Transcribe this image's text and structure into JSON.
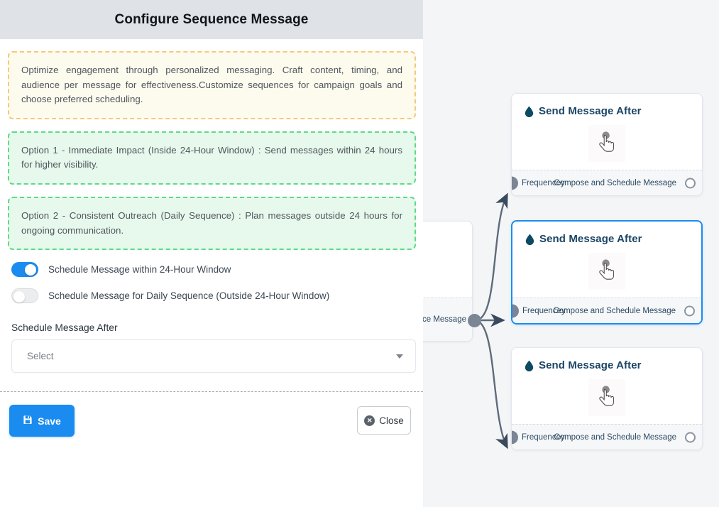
{
  "panel": {
    "title": "Configure Sequence Message",
    "callouts": [
      {
        "tone": "warn",
        "text": "Optimize engagement through personalized messaging. Craft content, timing, and audience per message for effectiveness.Customize sequences for campaign goals and choose preferred scheduling."
      },
      {
        "tone": "ok",
        "text": "Option 1 - Immediate Impact (Inside 24-Hour Window) : Send messages within 24 hours for higher visibility."
      },
      {
        "tone": "ok",
        "text": "Option 2 - Consistent Outreach (Daily Sequence) : Plan messages outside 24 hours for ongoing communication."
      }
    ],
    "toggles": [
      {
        "label": "Schedule Message within 24-Hour Window",
        "state": "on"
      },
      {
        "label": "Schedule Message for Daily Sequence (Outside 24-Hour Window)",
        "state": "off"
      }
    ],
    "field": {
      "label": "Schedule Message After",
      "select_value": "Select",
      "caret_icon": "chevron-down-icon"
    },
    "footer": {
      "save_label": "Save",
      "save_icon": "save-floppy-icon",
      "save_color": "#1a8cf0",
      "close_label": "Close",
      "close_icon": "close-circle-icon"
    }
  },
  "canvas": {
    "background": "#f4f5f7",
    "edge_color": "#5e6b7a",
    "source_node": {
      "footer_text": "ce Message",
      "port_name": "source-output-port"
    },
    "nodes": [
      {
        "title": "Send Message After",
        "icon": "water-drop-icon",
        "body_icon": "tap-hand-cursor-icon",
        "footer_left": "Frequencey",
        "footer_right": "Compose and Schedule Message",
        "selected": false
      },
      {
        "title": "Send Message After",
        "icon": "water-drop-icon",
        "body_icon": "tap-hand-cursor-icon",
        "footer_left": "Frequencey",
        "footer_right": "Compose and Schedule Message",
        "selected": true
      },
      {
        "title": "Send Message After",
        "icon": "water-drop-icon",
        "body_icon": "tap-hand-cursor-icon",
        "footer_left": "Frequencey",
        "footer_right": "Compose and Schedule Message",
        "selected": false
      }
    ]
  }
}
